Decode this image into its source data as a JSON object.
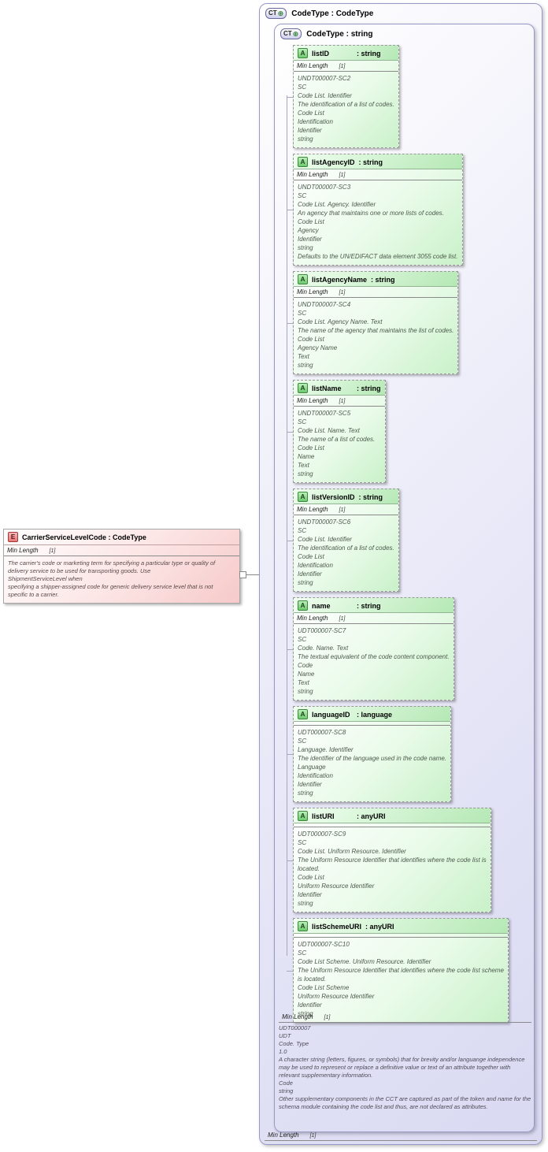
{
  "diagram": {
    "outer": {
      "icon": "CT",
      "icon_symbol": "⊕",
      "title": "CodeType : CodeType",
      "footer_facet": {
        "label": "Min Length",
        "value": "[1]"
      }
    },
    "inner": {
      "icon": "CT",
      "icon_symbol": "⊕",
      "title": "CodeType : string",
      "footer": {
        "facet": {
          "label": "Min Length",
          "value": "[1]"
        },
        "paragraphs": [
          "UDT000007",
          "UDT",
          "Code. Type",
          "1.0",
          "A character string (letters, figures, or symbols) that for brevity and/or languange independence may be used to represent or replace a definitive value or text of an attribute together with relevant supplementary information.",
          "Code",
          "string",
          "Other supplementary components in the CCT are captured as part of the token and name for the schema module containing the code list and thus, are not declared as attributes."
        ]
      }
    },
    "element": {
      "icon": "E",
      "title": "CarrierServiceLevelCode : CodeType",
      "facet": {
        "label": "Min Length",
        "value": "[1]"
      },
      "description": "The carrier's code or marketing term for specifying a particular type or quality of\ndelivery service to be used for transporting goods. Use\nShipmentServiceLevel when\nspecifying a shipper-assigned code for generic delivery service level that is not\nspecific to a carrier."
    },
    "attributes": [
      {
        "icon": "A",
        "name": "listID",
        "type": ": string",
        "facet": {
          "label": "Min Length",
          "value": "[1]"
        },
        "lines": [
          "UNDT000007-SC2",
          "SC",
          "Code List. Identifier",
          "The identification of a list of codes.",
          "Code List",
          "Identification",
          "Identifier",
          "string"
        ]
      },
      {
        "icon": "A",
        "name": "listAgencyID",
        "type": ": string",
        "facet": {
          "label": "Min Length",
          "value": "[1]"
        },
        "lines": [
          "UNDT000007-SC3",
          "SC",
          "Code List. Agency. Identifier",
          "An agency that maintains one or more lists of codes.",
          "Code List",
          "Agency",
          "Identifier",
          "string",
          "Defaults to the UN/EDIFACT data element 3055 code list."
        ]
      },
      {
        "icon": "A",
        "name": "listAgencyName",
        "type": ": string",
        "facet": {
          "label": "Min Length",
          "value": "[1]"
        },
        "lines": [
          "UNDT000007-SC4",
          "SC",
          "Code List. Agency Name. Text",
          "The name of the agency that maintains the list of codes.",
          "Code List",
          "Agency Name",
          "Text",
          "string"
        ]
      },
      {
        "icon": "A",
        "name": "listName",
        "type": ": string",
        "facet": {
          "label": "Min Length",
          "value": "[1]"
        },
        "lines": [
          "UNDT000007-SC5",
          "SC",
          "Code List. Name. Text",
          "The name of a list of codes.",
          "Code List",
          "Name",
          "Text",
          "string"
        ]
      },
      {
        "icon": "A",
        "name": "listVersionID",
        "type": ": string",
        "facet": {
          "label": "Min Length",
          "value": "[1]"
        },
        "lines": [
          "UNDT000007-SC6",
          "SC",
          "Code List. Identifier",
          "The identification of a list of codes.",
          "Code List",
          "Identification",
          "Identifier",
          "string"
        ]
      },
      {
        "icon": "A",
        "name": "name",
        "type": ": string",
        "facet": {
          "label": "Min Length",
          "value": "[1]"
        },
        "lines": [
          "UDT000007-SC7",
          "SC",
          "Code. Name. Text",
          "The textual equivalent of the code content component.",
          "Code",
          "Name",
          "Text",
          "string"
        ]
      },
      {
        "icon": "A",
        "name": "languageID",
        "type": ": language",
        "facet": null,
        "lines": [
          "UDT000007-SC8",
          "SC",
          "Language. Identifier",
          "The identifier of the language used in the code name.",
          "Language",
          "Identification",
          "Identifier",
          "string"
        ]
      },
      {
        "icon": "A",
        "name": "listURI",
        "type": ": anyURI",
        "facet": null,
        "lines": [
          "UDT000007-SC9",
          "SC",
          "Code List. Uniform Resource. Identifier",
          "The Uniform Resource Identifier that identifies where the code list is",
          "located.",
          "Code List",
          "Uniform Resource Identifier",
          "Identifier",
          "string"
        ]
      },
      {
        "icon": "A",
        "name": "listSchemeURI",
        "type": ": anyURI",
        "facet": null,
        "lines": [
          "UDT000007-SC10",
          "SC",
          "Code List Scheme. Uniform Resource. Identifier",
          "The Uniform Resource Identifier that identifies where the code list scheme",
          "is located.",
          "Code List Scheme",
          "Uniform Resource Identifier",
          "Identifier",
          "string"
        ]
      }
    ]
  }
}
